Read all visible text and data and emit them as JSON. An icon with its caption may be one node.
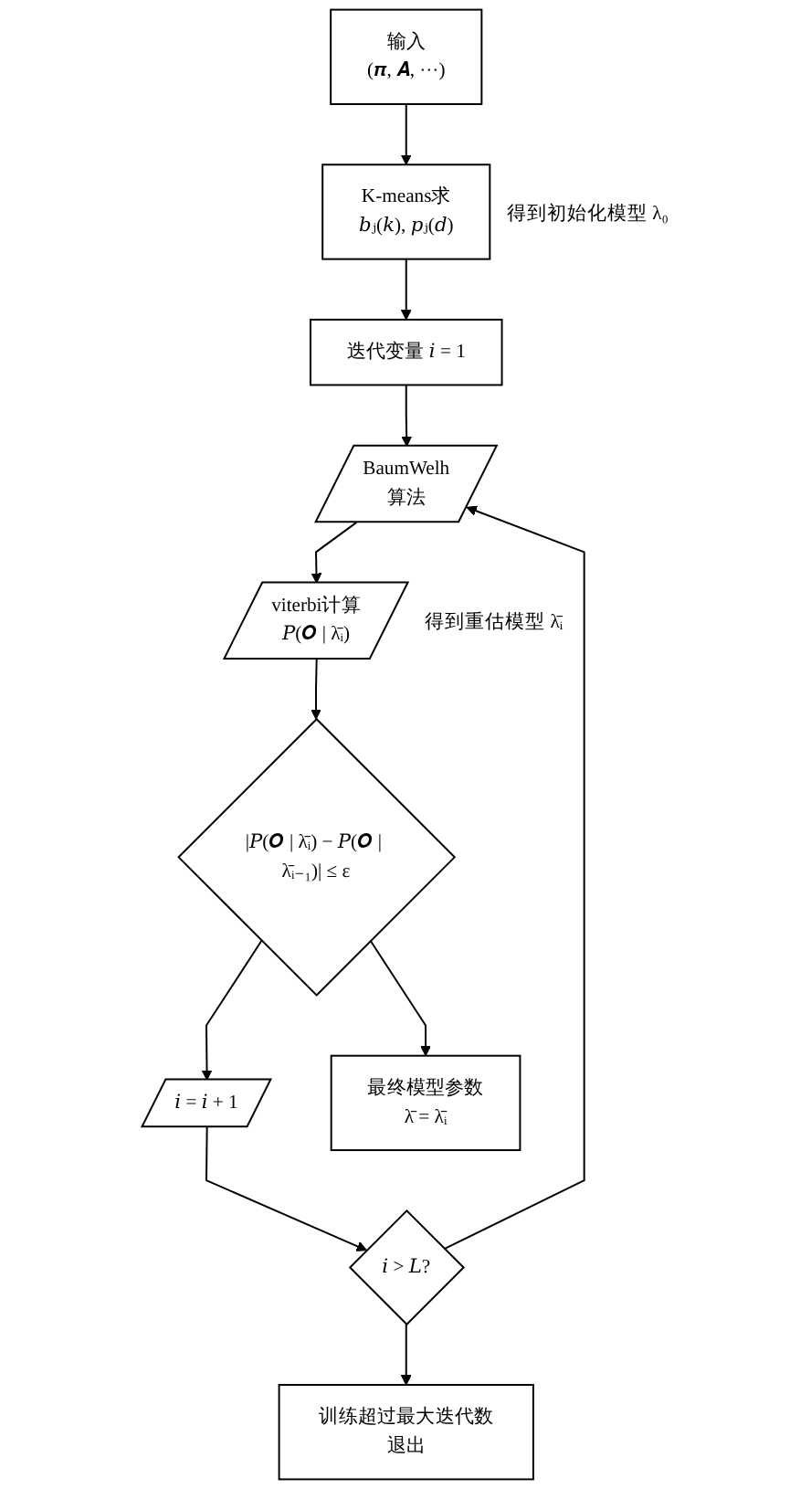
{
  "diagram": {
    "nodes": [
      {
        "text": [
          "输入",
          "(𝝅, 𝑨, ⋯)"
        ]
      },
      {
        "text": [
          "K-means求",
          "𝑏ⱼ(𝑘), 𝑝ⱼ(𝑑)"
        ],
        "beside": [
          "得到初始化模型 λ₀"
        ]
      },
      {
        "text": [
          "迭代变量 𝑖 = 1"
        ]
      },
      {
        "text": [
          "BaumWelh",
          "算法"
        ]
      },
      {
        "text": [
          "viterbi计算",
          "𝑃(𝑶 | λ̄ᵢ)"
        ],
        "beside": [
          "得到重估模型 λ̄ᵢ"
        ]
      },
      {
        "text": [
          "|𝑃(𝑶 | λ̄ᵢ) − 𝑃(𝑶 | λ̄ᵢ₋₁)| ≤ ε"
        ]
      },
      {
        "text": [
          "𝑖 = 𝑖 + 1"
        ]
      },
      {
        "text": [
          "𝑖 > 𝐿?"
        ]
      },
      {
        "text": [
          "训练超过最大迭代数退出"
        ]
      },
      {
        "text": [
          "最终模型参数",
          "λ̄ = λ̄ᵢ"
        ]
      }
    ],
    "edges": [
      {
        "from": 0,
        "to": 1,
        "arrow": "to"
      },
      {
        "from": 1,
        "to": 2,
        "arrow": "to"
      },
      {
        "from": 2,
        "to": 3,
        "arrow": "to"
      },
      {
        "from": 3,
        "to": 4,
        "arrow": "to"
      },
      {
        "from": 4,
        "to": 5,
        "arrow": "to"
      },
      {
        "from": 5,
        "to": 6,
        "arrow": "to"
      },
      {
        "from": 5,
        "to": 9,
        "arrow": "to"
      },
      {
        "from": 6,
        "to": 7,
        "arrow": "to"
      },
      {
        "from": 7,
        "to": 3,
        "arrow": "to"
      },
      {
        "from": 7,
        "to": 8,
        "arrow": "to"
      }
    ]
  }
}
